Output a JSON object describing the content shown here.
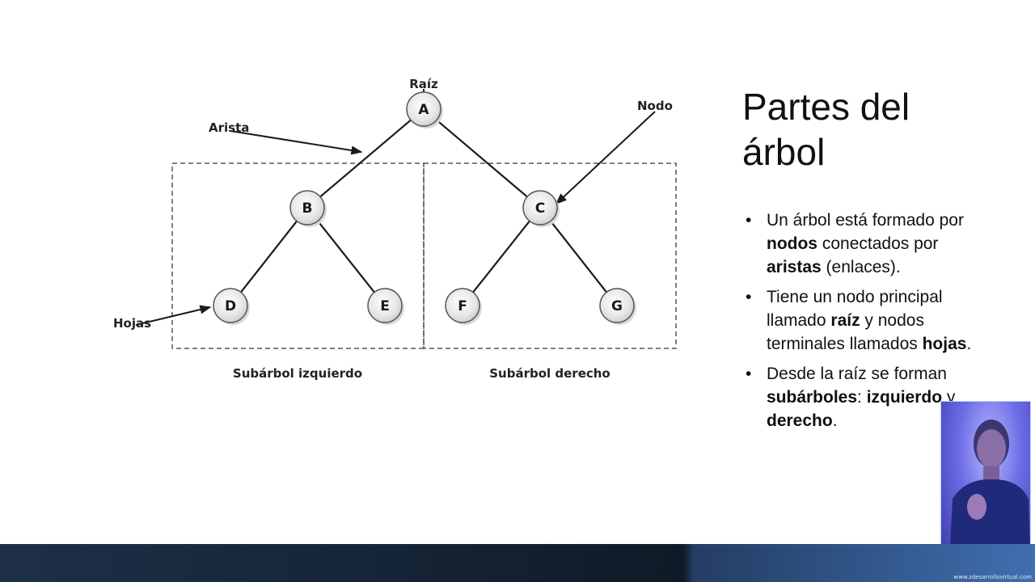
{
  "diagram": {
    "labels": {
      "root": "Raíz",
      "edge": "Arista",
      "node": "Nodo",
      "leaves": "Hojas",
      "left_subtree": "Subárbol izquierdo",
      "right_subtree": "Subárbol derecho"
    },
    "nodes": [
      {
        "id": "A",
        "label": "A"
      },
      {
        "id": "B",
        "label": "B"
      },
      {
        "id": "C",
        "label": "C"
      },
      {
        "id": "D",
        "label": "D"
      },
      {
        "id": "E",
        "label": "E"
      },
      {
        "id": "F",
        "label": "F"
      },
      {
        "id": "G",
        "label": "G"
      }
    ],
    "edges": [
      [
        "A",
        "B"
      ],
      [
        "A",
        "C"
      ],
      [
        "B",
        "D"
      ],
      [
        "B",
        "E"
      ],
      [
        "C",
        "F"
      ],
      [
        "C",
        "G"
      ]
    ]
  },
  "slide": {
    "title": "Partes del árbol",
    "bullets": [
      {
        "parts": [
          {
            "text": "Un árbol está formado por ",
            "bold": false
          },
          {
            "text": "nodos",
            "bold": true
          },
          {
            "text": " conectados por ",
            "bold": false
          },
          {
            "text": "aristas",
            "bold": true
          },
          {
            "text": " (enlaces).",
            "bold": false
          }
        ]
      },
      {
        "parts": [
          {
            "text": "Tiene un nodo principal llamado ",
            "bold": false
          },
          {
            "text": "raíz",
            "bold": true
          },
          {
            "text": " y nodos terminales llamados ",
            "bold": false
          },
          {
            "text": "hojas",
            "bold": true
          },
          {
            "text": ".",
            "bold": false
          }
        ]
      },
      {
        "parts": [
          {
            "text": "Desde la raíz se forman ",
            "bold": false
          },
          {
            "text": "subárboles",
            "bold": true
          },
          {
            "text": ": ",
            "bold": false
          },
          {
            "text": "izquierdo",
            "bold": true
          },
          {
            "text": " y ",
            "bold": false
          },
          {
            "text": "derecho",
            "bold": true
          },
          {
            "text": ".",
            "bold": false
          }
        ]
      }
    ],
    "bullet_symbol": "•"
  },
  "footer": {
    "url": "www.zdesarrollovirtual.com",
    "colors": {
      "left": "#1d3047",
      "right": "#3f6fb0"
    }
  },
  "colors": {
    "node_fill": "#e9e9e9",
    "node_stroke": "#555555",
    "edge": "#1a1a1a",
    "dashed_box": "#555555"
  }
}
